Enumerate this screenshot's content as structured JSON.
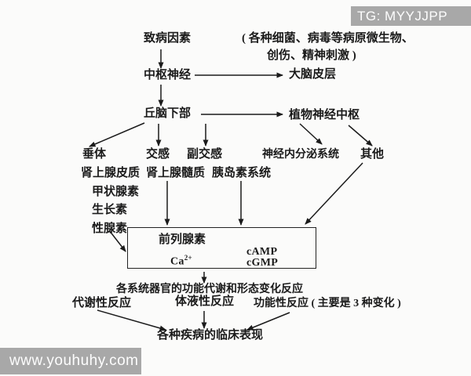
{
  "watermarks": {
    "top_right": "TG: MYYJJPP",
    "bottom_left": "www.youhuhy.com"
  },
  "diagram": {
    "pathogenic_factor": "致病因素",
    "pathogen_note_line1": "( 各种细菌、病毒等病原微生物、",
    "pathogen_note_line2": "创伤、精神刺激 )",
    "central_nervous": "中枢神经",
    "cerebral_cortex": "大脑皮层",
    "hypothalamus": "丘脑下部",
    "autonomic_center": "植物神经中枢",
    "pituitary": "垂体",
    "sympathetic": "交感",
    "parasympathetic": "副交感",
    "neuroendocrine_system": "神经内分泌系统",
    "other": "其他",
    "adrenal_cortex": "肾上腺皮质",
    "adrenal_medulla": "肾上腺髓质",
    "insulin_system": "胰岛素系统",
    "thyroid_hormone": "甲状腺素",
    "growth_hormone": "生长素",
    "gonadal_hormone": "性腺素",
    "box": {
      "prostaglandin": "前列腺素",
      "ca_base": "Ca",
      "ca_sup": "2+",
      "camp": "cAMP",
      "cgmp": "cGMP"
    },
    "systems_response": "各系统器官的功能代谢和形态变化反应",
    "metabolic_response": "代谢性反应",
    "humoral_response": "体液性反应",
    "functional_response": "功能性反应 ( 主要是 3 种变化 )",
    "clinical_manifestation": "各种疾病的临床表现"
  }
}
